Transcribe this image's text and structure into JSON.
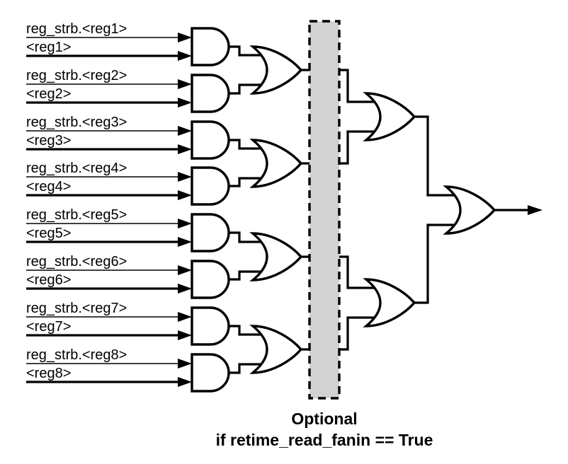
{
  "diagram": {
    "inputs": [
      {
        "strobe_label": "reg_strb.<reg1>",
        "reg_label": "<reg1>"
      },
      {
        "strobe_label": "reg_strb.<reg2>",
        "reg_label": "<reg2>"
      },
      {
        "strobe_label": "reg_strb.<reg3>",
        "reg_label": "<reg3>"
      },
      {
        "strobe_label": "reg_strb.<reg4>",
        "reg_label": "<reg4>"
      },
      {
        "strobe_label": "reg_strb.<reg5>",
        "reg_label": "<reg5>"
      },
      {
        "strobe_label": "reg_strb.<reg6>",
        "reg_label": "<reg6>"
      },
      {
        "strobe_label": "reg_strb.<reg7>",
        "reg_label": "<reg7>"
      },
      {
        "strobe_label": "reg_strb.<reg8>",
        "reg_label": "<reg8>"
      }
    ],
    "caption": {
      "line1": "Optional",
      "line2": "if retime_read_fanin == True"
    },
    "colors": {
      "wire": "#000000",
      "gate_fill": "#ffffff",
      "optional_stage_fill": "#d2d2d2",
      "text": "#000000",
      "background": "#ffffff"
    },
    "structure": {
      "type": "logic-gate-tree",
      "and_gates": 8,
      "or_gates_level1": 4,
      "or_gates_level2": 2,
      "or_gates_final": 1,
      "optional_stage": "dashed register column between level-1 and level-2 OR gates"
    }
  }
}
